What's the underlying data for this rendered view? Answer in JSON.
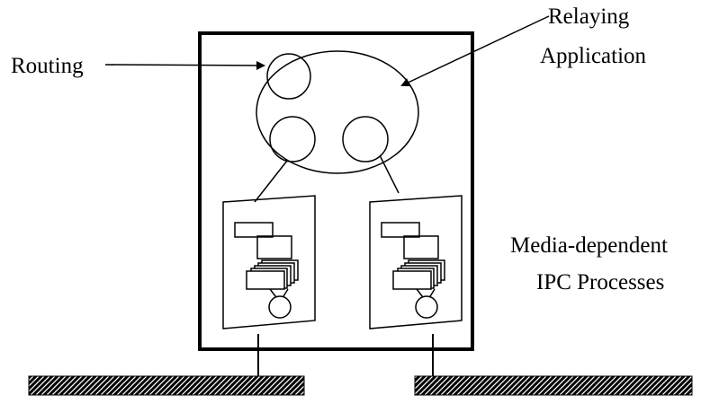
{
  "labels": {
    "routing": "Routing",
    "relaying_line1": "Relaying",
    "relaying_line2": "Application",
    "media_line1": "Media-dependent",
    "media_line2": "IPC Processes"
  },
  "colors": {
    "stroke": "#000000",
    "background": "#ffffff"
  }
}
